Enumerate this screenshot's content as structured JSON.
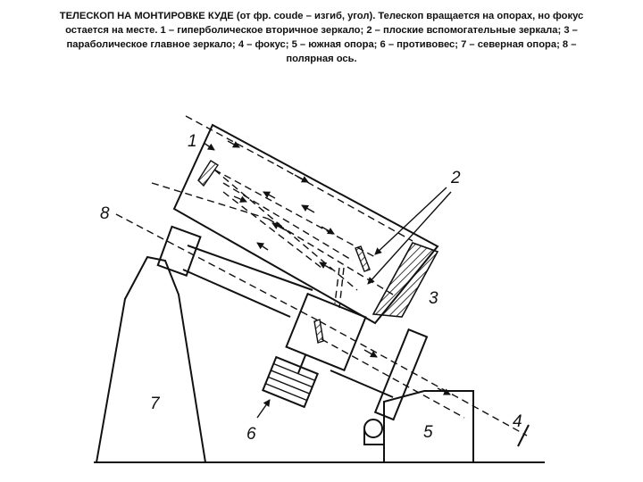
{
  "caption": {
    "lines": [
      "ТЕЛЕСКОП НА МОНТИРОВКЕ КУДЕ (от фр. coude – изгиб, угол). Телескоп вращается на опорах, но фокус",
      "остается на месте. 1 – гиперболическое вторичное зеркало; 2 – плоские вспомогательные зеркала; 3 –",
      "параболическое главное зеркало; 4 – фокус; 5 – южная опора; 6 – противовес; 7 – северная опора; 8 –",
      "полярная ось."
    ]
  },
  "diagram": {
    "labels": {
      "l1": "1",
      "l2": "2",
      "l3": "3",
      "l4": "4",
      "l5": "5",
      "l6": "6",
      "l7": "7",
      "l8": "8"
    }
  }
}
